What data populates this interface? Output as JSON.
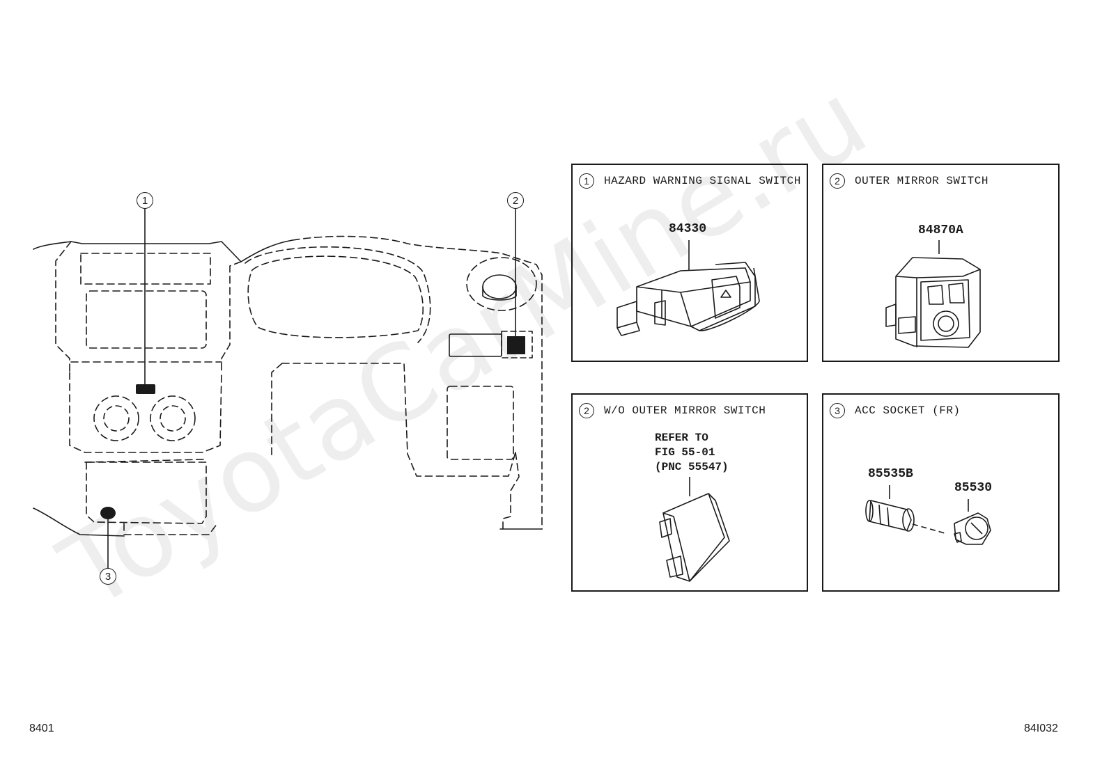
{
  "watermark": "ToyotaCarMine.ru",
  "callouts": [
    {
      "num": "1"
    },
    {
      "num": "2"
    },
    {
      "num": "3"
    }
  ],
  "panels": [
    {
      "num": "1",
      "title": "HAZARD WARNING SIGNAL SWITCH",
      "part": "84330"
    },
    {
      "num": "2",
      "title": "OUTER MIRROR SWITCH",
      "part": "84870A"
    },
    {
      "num": "2",
      "title": "W/O OUTER MIRROR SWITCH",
      "refer": [
        "REFER TO",
        "FIG 55-01",
        "(PNC 55547)"
      ]
    },
    {
      "num": "3",
      "title": "ACC SOCKET (FR)",
      "parts": [
        "85535B",
        "85530"
      ]
    }
  ],
  "footer": {
    "left": "8401",
    "right": "84I032"
  }
}
